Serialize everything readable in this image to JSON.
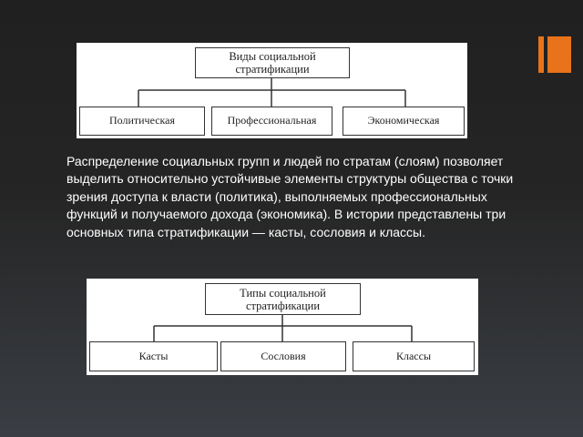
{
  "slide": {
    "accent_color": "#e8731a",
    "background_color": "#222222",
    "text_color": "#ffffff"
  },
  "diagram_top": {
    "root": "Виды социальной стратификации",
    "leaves": [
      "Политическая",
      "Профессиональная",
      "Экономическая"
    ]
  },
  "paragraph": "Распределение социальных групп и людей по стратам (слоям) позволяет выделить относительно устойчивые элементы структуры общества с точки зрения доступа к власти (политика), выполняемых профессиональных функций и получаемого дохода (экономика). В истории представлены три основных типа стратификации — касты, сословия и классы.",
  "diagram_bottom": {
    "root": "Типы социальной стратификации",
    "leaves": [
      "Касты",
      "Сословия",
      "Классы"
    ]
  }
}
